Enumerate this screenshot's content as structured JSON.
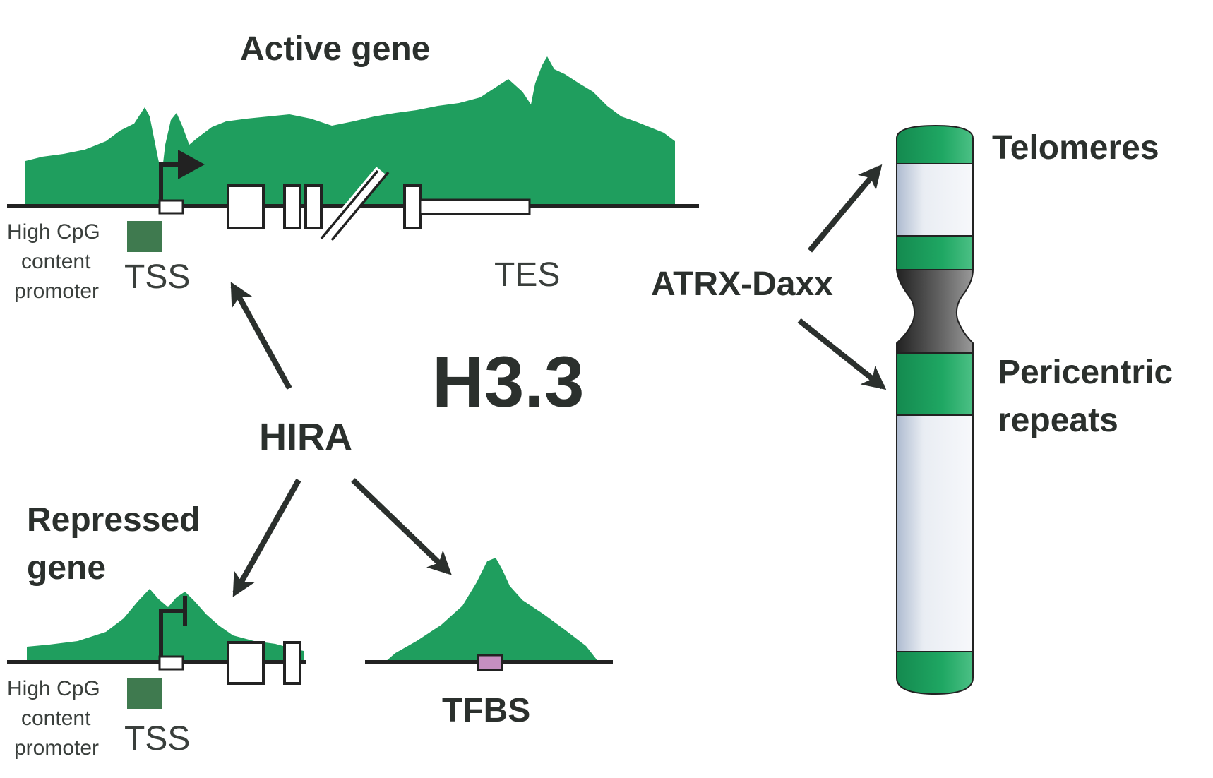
{
  "labels": {
    "active_gene": "Active gene",
    "high_cpg_1": "High CpG",
    "content_1": "content",
    "promoter_1": "promoter",
    "tss_1": "TSS",
    "tes": "TES",
    "h33": "H3.3",
    "hira": "HIRA",
    "repressed_1": "Repressed",
    "repressed_2": "gene",
    "high_cpg_2": "High CpG",
    "content_2": "content",
    "promoter_2": "promoter",
    "tss_2": "TSS",
    "tfbs": "TFBS",
    "atrx_daxx": "ATRX-Daxx",
    "telomeres": "Telomeres",
    "pericentric_1": "Pericentric",
    "pericentric_2": "repeats"
  },
  "colors": {
    "enrichment_green": "#1f9e5e",
    "cpg_square": "#3f7a4f",
    "tfbs_box": "#c58fc0",
    "line": "#222222",
    "chromosome_body": "#dfe4ec",
    "chromosome_band": "#1f9e5e"
  },
  "icons": {
    "tss_arrow": "tss-arrow-icon",
    "repressed_tss": "repressed-tss-icon",
    "chromosome": "chromosome-icon"
  }
}
